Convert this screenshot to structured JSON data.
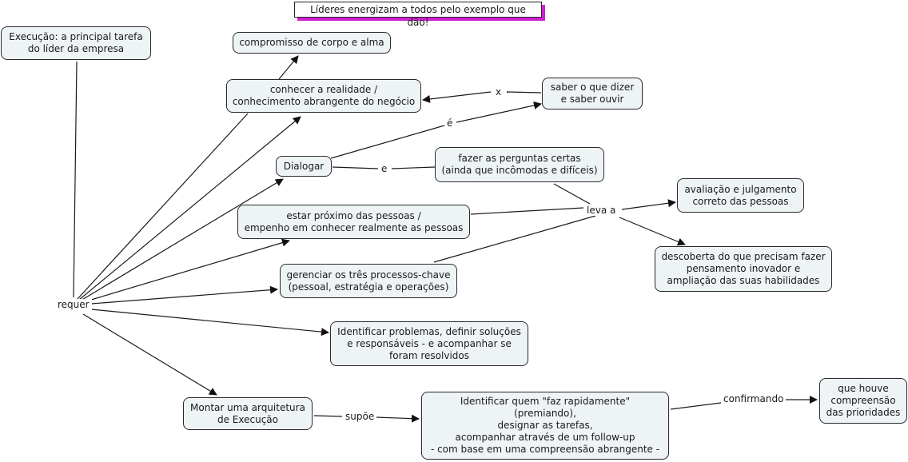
{
  "title": "Líderes energizam a todos pelo exemplo que dão!",
  "colors": {
    "node_fill": "#eef3f5",
    "node_border": "#2a2a2a",
    "title_shadow": "#d020d0",
    "line": "#1a1a1a"
  },
  "nodes": {
    "execucao": "Execução: a principal tarefa\ndo líder da empresa",
    "compromisso": "compromisso de corpo e alma",
    "conhecer": "conhecer a realidade /\nconhecimento abrangente do negócio",
    "saber": "saber o que dizer\ne saber ouvir",
    "dialogar": "Dialogar",
    "perguntas": "fazer as perguntas certas\n(ainda que incômodas e difíceis)",
    "avaliacao": "avaliação e julgamento\ncorreto das pessoas",
    "proximo": "estar próximo das pessoas /\nempenho em conhecer realmente as pessoas",
    "descoberta": "descoberta do que precisam fazer\npensamento inovador e\nampliação das suas habilidades",
    "gerenciar": "gerenciar os três processos-chave\n(pessoal, estratégia e operações)",
    "identificar_problemas": "Identificar problemas, definir soluções\ne responsáveis -  e acompanhar se\nforam resolvidos",
    "montar": "Montar uma arquitetura\nde Execução",
    "identificar_quem": "Identificar quem \"faz rapidamente\"\n(premiando),\ndesignar as tarefas,\nacompanhar através de um follow-up\n- com base em uma compreensão abrangente -",
    "compreensao": "que houve\ncompreensão\ndas prioridades"
  },
  "link_labels": {
    "requer": "requer",
    "x": "x",
    "e_acento": "é",
    "e": "e",
    "leva_a": "leva a",
    "supoe": "supõe",
    "confirmando": "confirmando"
  }
}
